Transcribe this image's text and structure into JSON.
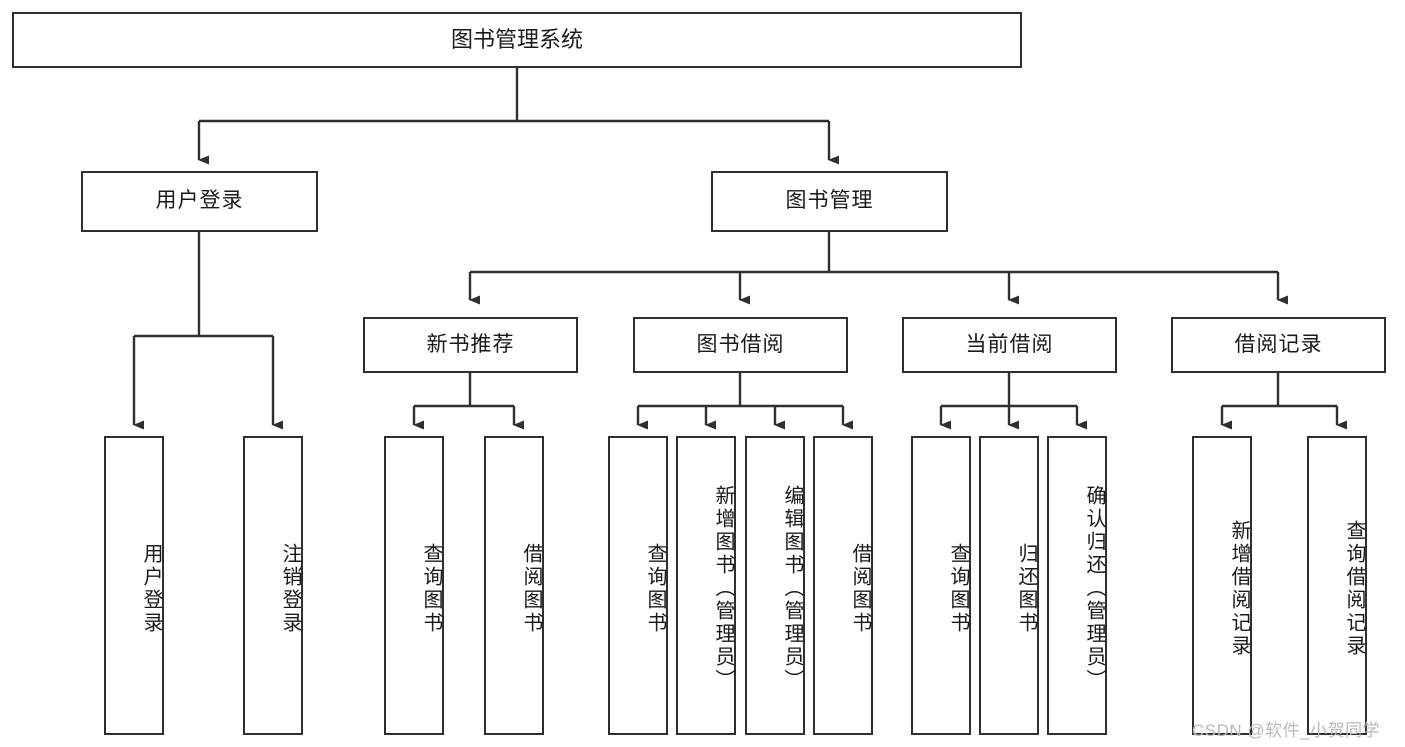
{
  "diagram": {
    "title": "图书管理系统",
    "type": "tree",
    "watermark": "CSDN @软件_小贺同学",
    "colors": {
      "stroke": "#2f2f2f",
      "fill": "#ffffff",
      "text": "#1a1a1a",
      "watermark": "#b9b9b9"
    },
    "levels": {
      "root": {
        "label": "图书管理系统"
      },
      "level2": [
        {
          "id": "user-login",
          "label": "用户登录"
        },
        {
          "id": "book-manage",
          "label": "图书管理"
        }
      ],
      "level3": [
        {
          "id": "new-book-recommend",
          "label": "新书推荐",
          "parent": "book-manage"
        },
        {
          "id": "book-borrow",
          "label": "图书借阅",
          "parent": "book-manage"
        },
        {
          "id": "current-borrow",
          "label": "当前借阅",
          "parent": "book-manage"
        },
        {
          "id": "borrow-record",
          "label": "借阅记录",
          "parent": "book-manage"
        }
      ],
      "leaves": [
        {
          "id": "leaf-user-login",
          "label": "用户登录",
          "parent": "user-login"
        },
        {
          "id": "leaf-user-logout",
          "label": "注销登录",
          "parent": "user-login"
        },
        {
          "id": "leaf-query-book-1",
          "label": "查询图书",
          "parent": "new-book-recommend"
        },
        {
          "id": "leaf-borrow-book-1",
          "label": "借阅图书",
          "parent": "new-book-recommend"
        },
        {
          "id": "leaf-query-book-2",
          "label": "查询图书",
          "parent": "book-borrow"
        },
        {
          "id": "leaf-add-book",
          "label": "新增图书（管理员）",
          "parent": "book-borrow"
        },
        {
          "id": "leaf-edit-book",
          "label": "编辑图书（管理员）",
          "parent": "book-borrow"
        },
        {
          "id": "leaf-borrow-book-2",
          "label": "借阅图书",
          "parent": "book-borrow"
        },
        {
          "id": "leaf-query-book-3",
          "label": "查询图书",
          "parent": "current-borrow"
        },
        {
          "id": "leaf-return-book",
          "label": "归还图书",
          "parent": "current-borrow"
        },
        {
          "id": "leaf-confirm-return",
          "label": "确认归还（管理员）",
          "parent": "current-borrow"
        },
        {
          "id": "leaf-add-record",
          "label": "新增借阅记录",
          "parent": "borrow-record"
        },
        {
          "id": "leaf-query-record",
          "label": "查询借阅记录",
          "parent": "borrow-record"
        }
      ]
    }
  }
}
